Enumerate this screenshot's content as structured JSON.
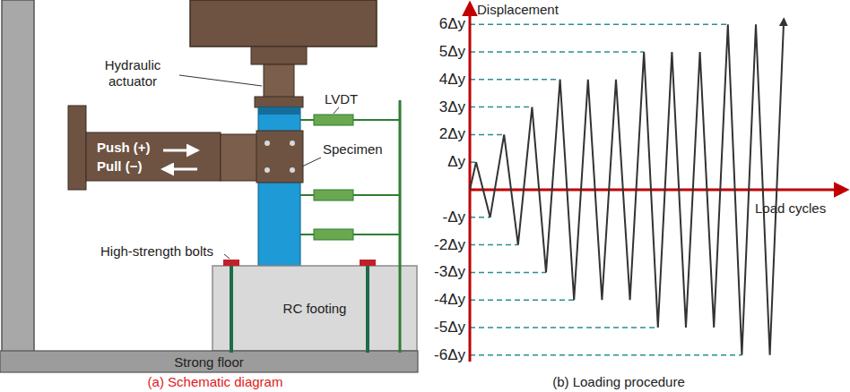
{
  "diagram": {
    "nodes": [
      {
        "text": [
          "Push (+)",
          "Pull (−)"
        ]
      },
      {
        "text": [
          "RC footing"
        ]
      },
      {
        "text": [
          "Strong floor"
        ]
      }
    ],
    "labels": [
      "Hydraulic actuator",
      "LVDT",
      "Specimen",
      "High-strength bolts",
      "6Δy",
      "5Δy",
      "4Δy",
      "3Δy",
      "2Δy",
      "Δy",
      "-Δy",
      "-2Δy",
      "-3Δy",
      "-4Δy",
      "-5Δy",
      "-6Δy",
      "Displacement",
      "Load cycles",
      "(a) Schematic diagram",
      "(b) Loading procedure"
    ]
  }
}
